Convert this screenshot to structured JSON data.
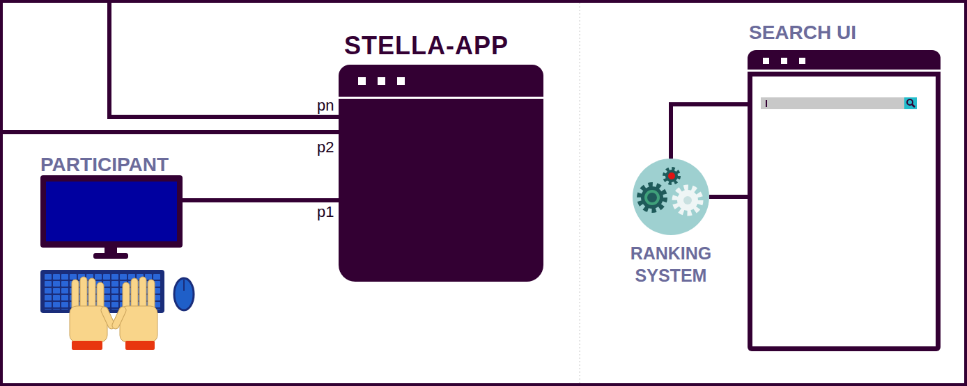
{
  "diagram": {
    "nodes": [
      {
        "text": [
          "STELLA-APP"
        ]
      },
      {
        "text": [
          "PARTICIPANT"
        ]
      },
      {
        "text": [
          "SEARCH UI"
        ]
      },
      {
        "text": [
          "RANKING SYSTEM"
        ]
      }
    ],
    "edges": [
      {
        "from": 1,
        "to": 0,
        "arrow": "none",
        "label": "p1"
      },
      {
        "from": 3,
        "to": 2,
        "arrow": "none"
      },
      {
        "from": 3,
        "to": 2,
        "arrow": "none"
      }
    ],
    "labels": [
      "pn",
      "p2"
    ]
  }
}
